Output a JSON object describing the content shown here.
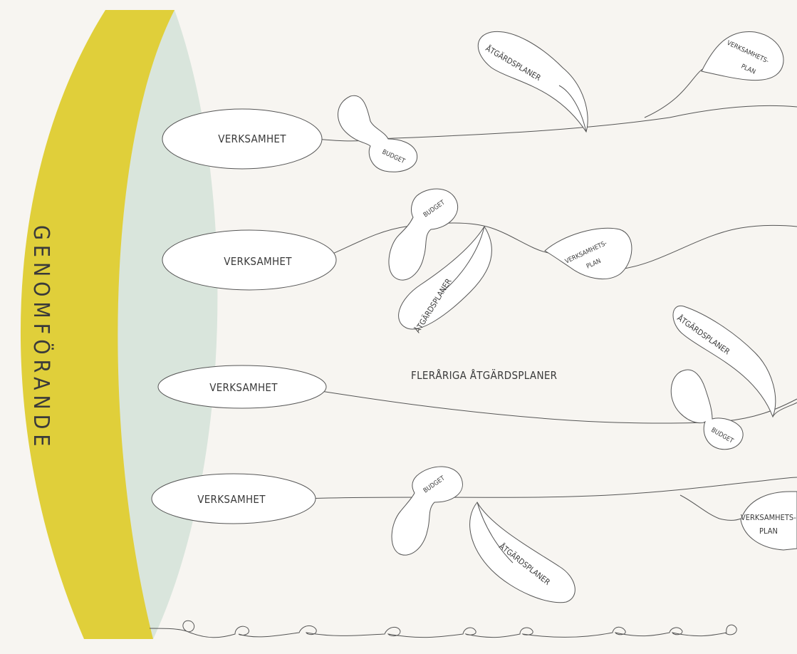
{
  "arc_title": "GENOMFÖRANDE",
  "center_label": "FLERÅRIGA ÅTGÄRDSPLANER",
  "colors": {
    "arc": "#e0cf3a",
    "arc_shadow": "#d9e5dc",
    "background": "#f7f5f1",
    "stroke": "#555555"
  },
  "rows": [
    {
      "verksamhet": "VERKSAMHET",
      "budget": "BUDGET",
      "atgardsplaner": "ÅTGÄRDSPLANER",
      "verksamhetsplan_1": "VERKSAMHETS-",
      "verksamhetsplan_2": "PLAN"
    },
    {
      "verksamhet": "VERKSAMHET",
      "budget": "BUDGET",
      "atgardsplaner": "ÅTGÄRDSPLANER",
      "verksamhetsplan_1": "VERKSAMHETS-",
      "verksamhetsplan_2": "PLAN"
    },
    {
      "verksamhet": "VERKSAMHET",
      "budget": "BUDGET",
      "atgardsplaner": "ÅTGÄRDSPLANER"
    },
    {
      "verksamhet": "VERKSAMHET",
      "budget": "BUDGET",
      "atgardsplaner": "ÅTGÄRDSPLANER",
      "verksamhetsplan_1": "VERKSAMHETS-",
      "verksamhetsplan_2": "PLAN"
    }
  ]
}
